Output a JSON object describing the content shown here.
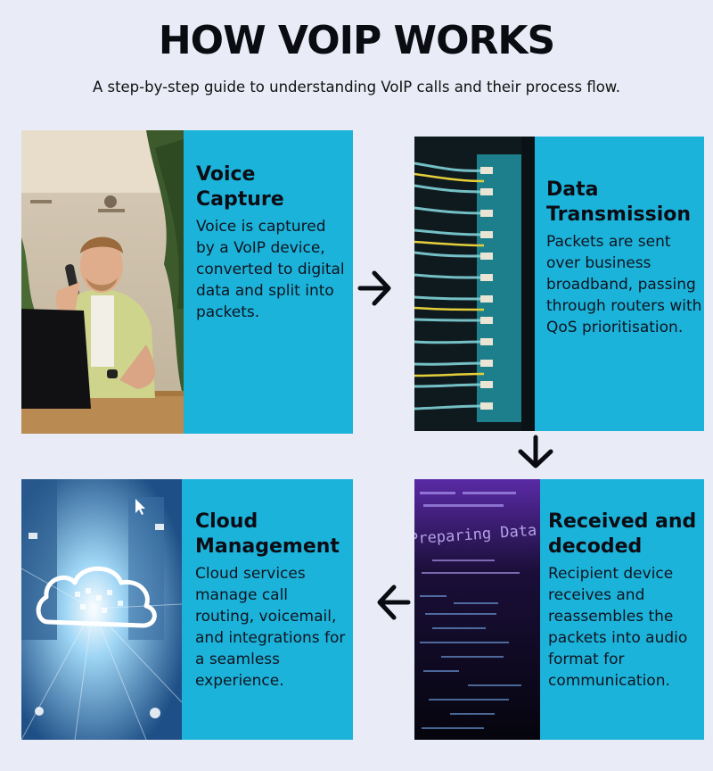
{
  "header": {
    "title": "HOW VOIP WORKS",
    "subtitle": "A step-by-step guide to understanding VoIP calls and their process flow."
  },
  "steps": [
    {
      "title_line1": "Voice",
      "title_line2": "Capture",
      "body": "Voice is captured by a VoIP device, converted to digital data and split into packets."
    },
    {
      "title_line1": "Data",
      "title_line2": "Transmission",
      "body": "Packets are sent over business broadband, passing through routers with QoS prioritisation."
    },
    {
      "title_line1": "Received and",
      "title_line2": "decoded",
      "body": "Recipient device receives and reassembles the packets into audio format for communication."
    },
    {
      "title_line1": "Cloud",
      "title_line2": "Management",
      "body": "Cloud services manage call routing, voicemail, and integrations for a seamless experience."
    }
  ],
  "images": {
    "voice_capture": "man-on-phone-with-laptop-photo",
    "data_transmission": "network-switch-fiber-cables-photo",
    "received_decoded": "preparing-data-screen-photo",
    "preparing_text": "Preparing Data",
    "cloud_management": "cloud-over-city-photo"
  },
  "arrows": {
    "step1_to_step2": "arrow-right-icon",
    "step2_to_step3": "arrow-down-icon",
    "step3_to_step4": "arrow-left-icon"
  },
  "colors": {
    "background": "#e9ecf7",
    "card": "#1cb3da",
    "text": "#0d0d14"
  }
}
